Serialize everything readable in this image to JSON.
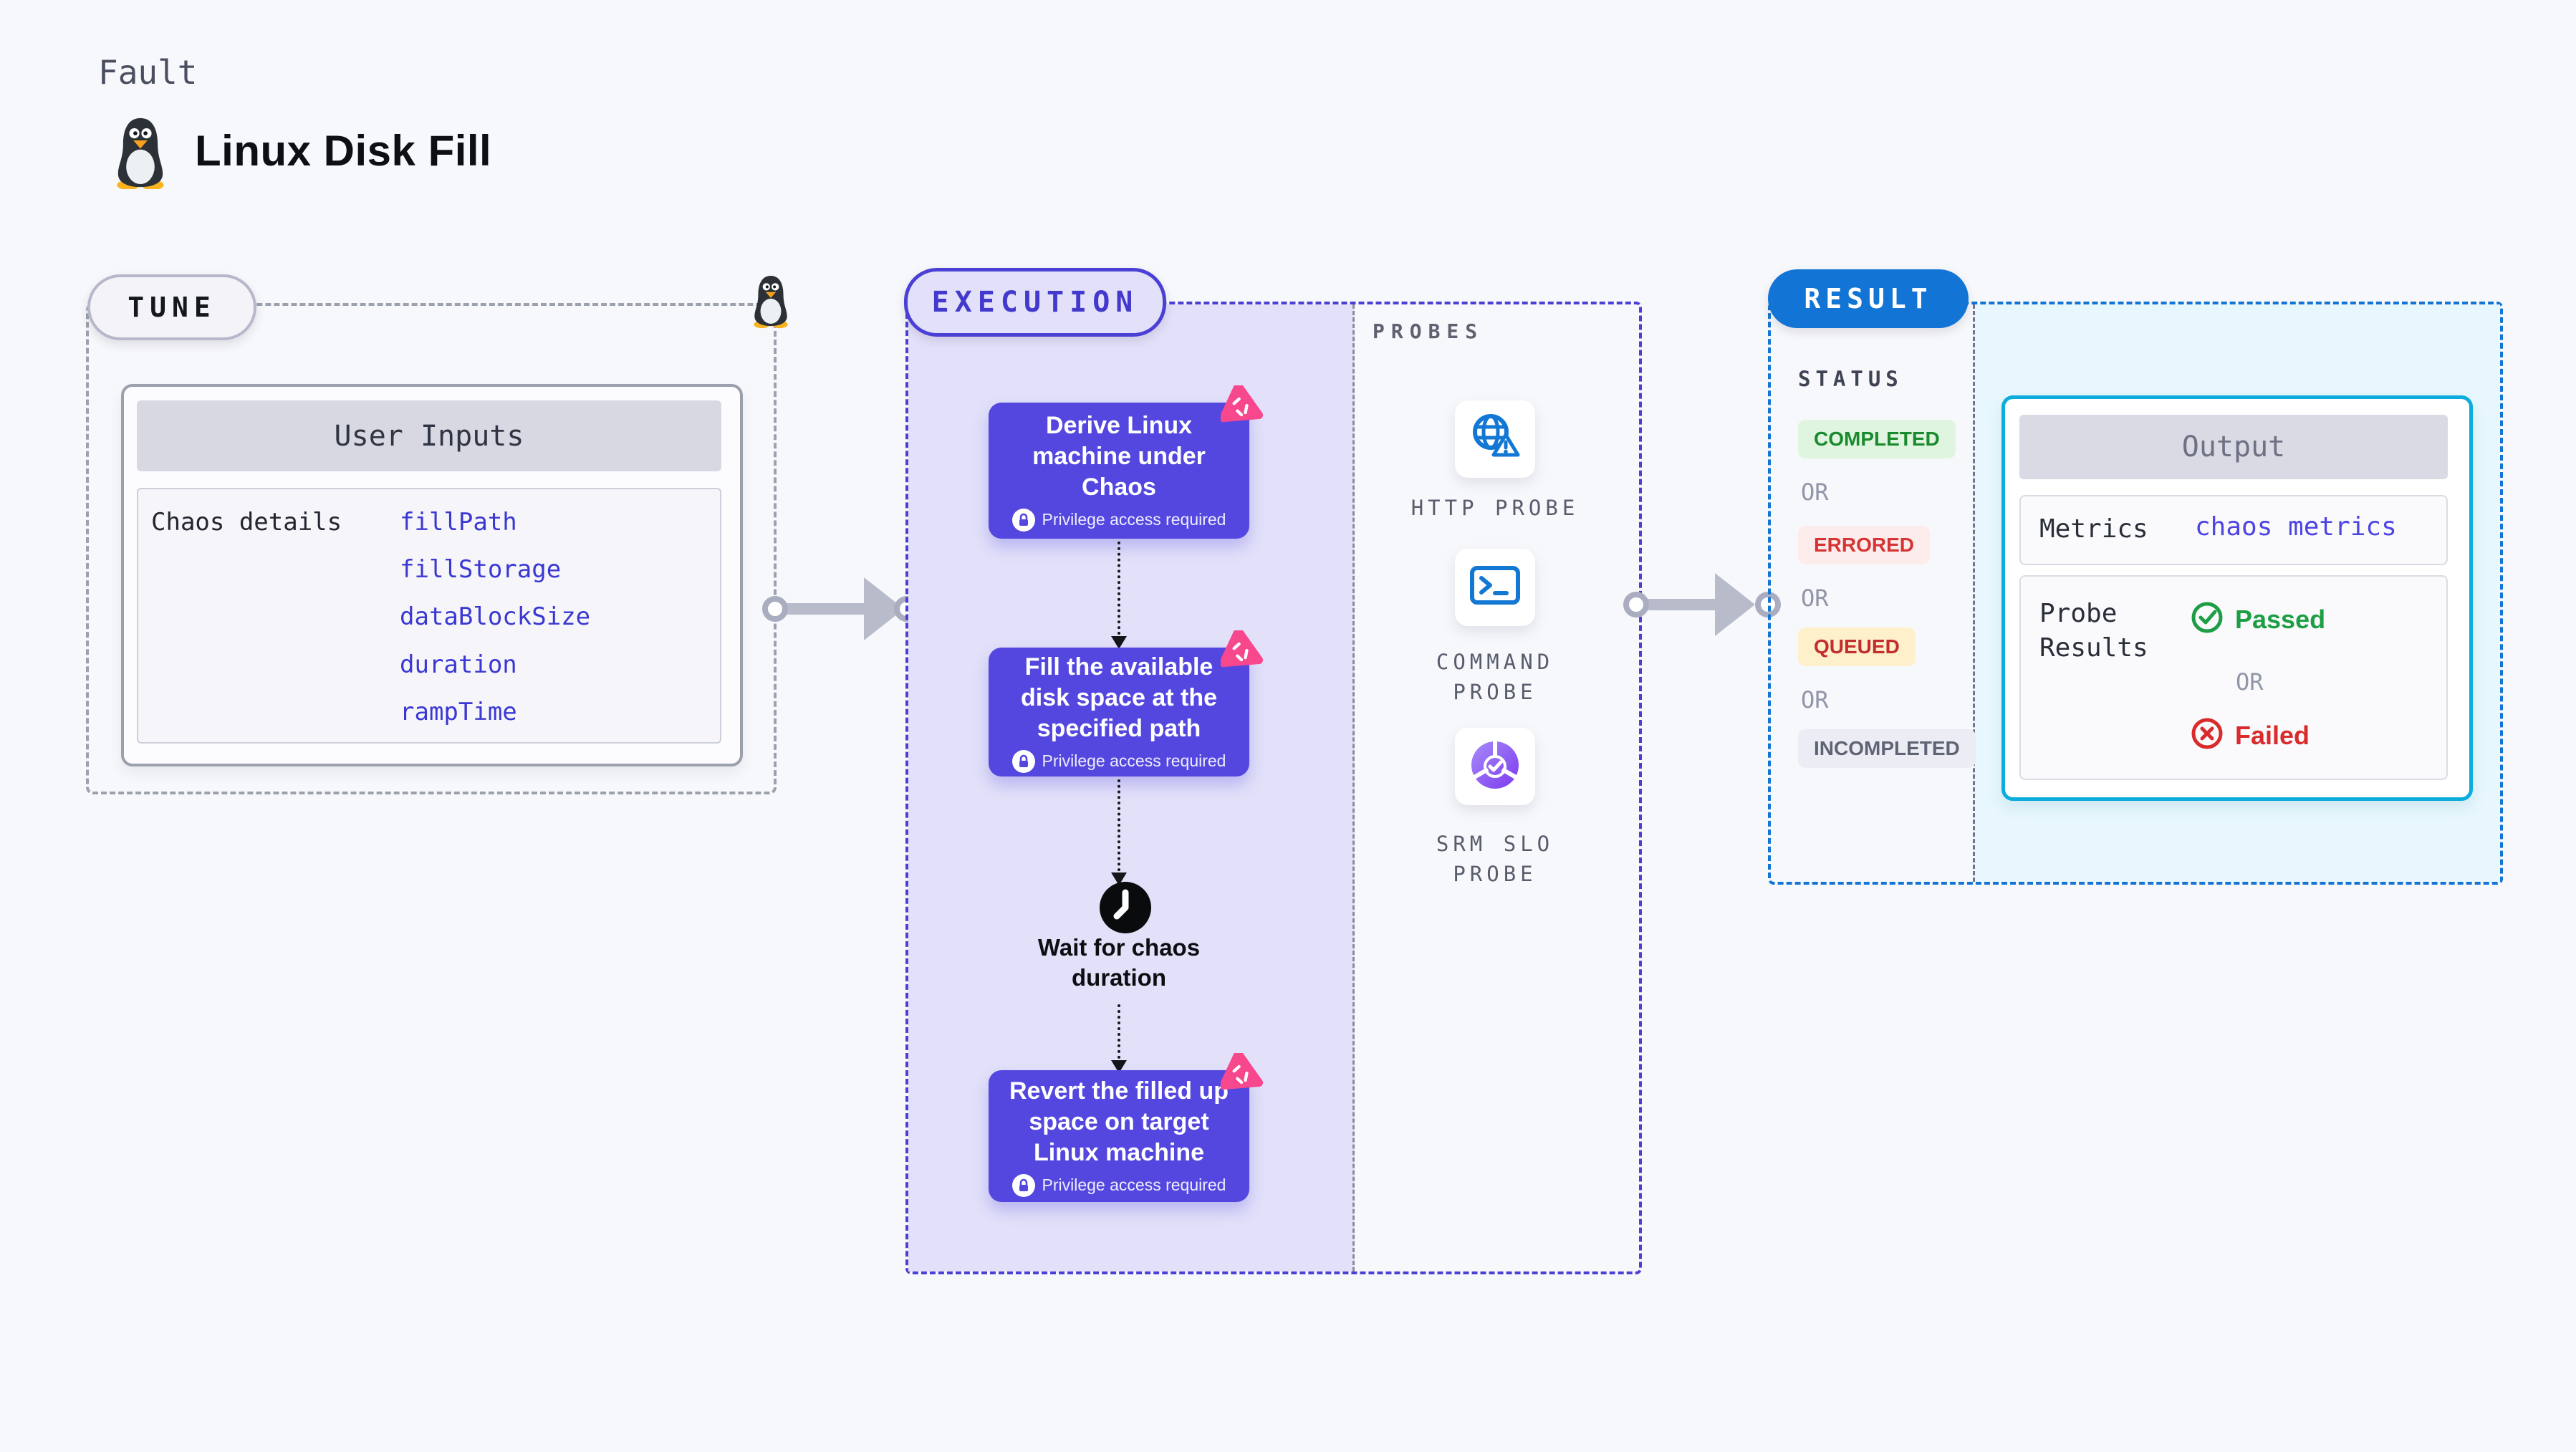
{
  "header": {
    "kicker": "Fault",
    "title": "Linux Disk Fill"
  },
  "tune": {
    "label": "TUNE",
    "inputs_title": "User Inputs",
    "row_label": "Chaos details",
    "inputs": [
      "fillPath",
      "fillStorage",
      "dataBlockSize",
      "duration",
      "rampTime"
    ]
  },
  "execution": {
    "label": "EXECUTION",
    "privilege": "Privilege access required",
    "steps": [
      "Derive Linux machine under Chaos",
      "Fill the available disk space at the specified path",
      "Revert the filled up space on target Linux machine"
    ],
    "wait_label": "Wait for chaos duration"
  },
  "probes": {
    "label": "PROBES",
    "items": [
      {
        "label": "HTTP PROBE",
        "icon": "globe-alert-icon"
      },
      {
        "label": "COMMAND PROBE",
        "icon": "terminal-icon"
      },
      {
        "label": "SRM SLO PROBE",
        "icon": "slo-gauge-icon"
      }
    ]
  },
  "result": {
    "label": "RESULT",
    "status_label": "STATUS",
    "or_label": "OR",
    "statuses": [
      {
        "label": "COMPLETED",
        "color": "#1a8a2e",
        "bg": "#e0f5e0"
      },
      {
        "label": "ERRORED",
        "color": "#d63434",
        "bg": "#fdecec"
      },
      {
        "label": "QUEUED",
        "color": "#c22d2d",
        "bg": "#fdf0cb"
      },
      {
        "label": "INCOMPLETED",
        "color": "#5f6475",
        "bg": "#ececf4"
      }
    ],
    "output": {
      "title": "Output",
      "metrics_label": "Metrics",
      "metrics_link": "chaos metrics",
      "probe_results_label": "Probe Results",
      "passed_label": "Passed",
      "or_label": "OR",
      "failed_label": "Failed"
    }
  },
  "colors": {
    "indigo_border": "#4b40d6",
    "card_indigo": "#5447df",
    "lavender": "#e2e1f9",
    "result_blue": "#1274d5",
    "cyan_border": "#0caddd",
    "cyan_bg": "#e8f7fd",
    "pink": "#f7478d",
    "probe_blue": "#1377d4",
    "slo_purple": "#8b5cf6",
    "green": "#1d9e44",
    "red": "#d92b2b"
  }
}
